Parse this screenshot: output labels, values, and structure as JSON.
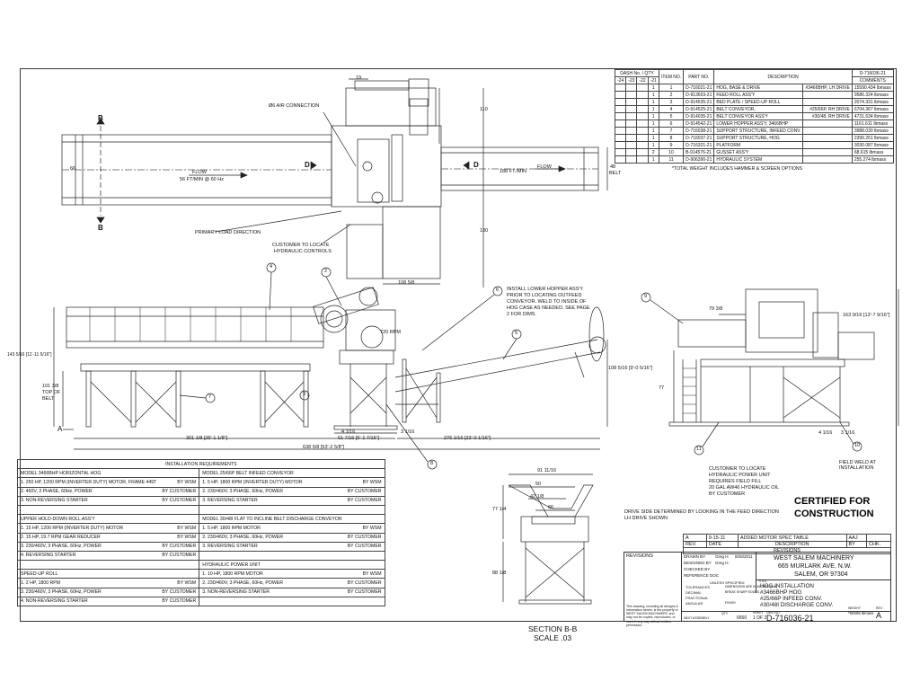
{
  "bom": {
    "head_dash": "DASH No. / QTY",
    "head_dash_cols": [
      "-24",
      "-23",
      "-22",
      "-21"
    ],
    "head_item": "ITEM NO.",
    "head_part": "PART NO.",
    "head_desc": "DESCRIPTION",
    "head_comment_top": "D-716036-21",
    "head_comment": "COMMENTS",
    "rows": [
      {
        "qty": "1",
        "item": "1",
        "part": "D-716021-21",
        "desc": "HOG, BASE & DRIVE",
        "note": "#3466BHP, LH DRIVE",
        "comment": "15590.434 lbmass"
      },
      {
        "qty": "1",
        "item": "2",
        "part": "D-913603-21",
        "desc": "FEED ROLL ASS'Y",
        "note": "",
        "comment": "9586.324 lbmass"
      },
      {
        "qty": "1",
        "item": "3",
        "part": "D-914535-21",
        "desc": "BED PLATE / SPEED-UP ROLL",
        "note": "",
        "comment": "2074.331 lbmass"
      },
      {
        "qty": "1",
        "item": "4",
        "part": "D-914525-21",
        "desc": "BELT CONVEYOR,",
        "note": "#25/66P, RH DRIVE",
        "comment": "6704.367 lbmass"
      },
      {
        "qty": "1",
        "item": "5",
        "part": "D-914035-21",
        "desc": "BELT CONVEYOR ASS'Y",
        "note": "#30/48, RH DRIVE",
        "comment": "4731.634 lbmass"
      },
      {
        "qty": "1",
        "item": "6",
        "part": "D-914542-21",
        "desc": "LOWER HOPPER ASS'Y, 3466BHP",
        "note": "",
        "comment": "1161.611 lbmass"
      },
      {
        "qty": "1",
        "item": "7",
        "part": "D-716038-21",
        "desc": "SUPPORT STRUCTURE, INFEED CONV.",
        "note": "",
        "comment": "3988.030 lbmass"
      },
      {
        "qty": "1",
        "item": "8",
        "part": "D-716037-21",
        "desc": "SUPPORT STRUCTURE, HOG",
        "note": "",
        "comment": "2399.261 lbmass"
      },
      {
        "qty": "1",
        "item": "9",
        "part": "D-716321-21",
        "desc": "PLATFORM",
        "note": "",
        "comment": "3030.087 lbmass"
      },
      {
        "qty": "2",
        "item": "10",
        "part": "B-914576-21",
        "desc": "GUSSET ASS'Y",
        "note": "",
        "comment": "68.615 lbmass"
      },
      {
        "qty": "1",
        "item": "11",
        "part": "D-906390-21",
        "desc": "HYDRAULIC SYSTEM",
        "note": "",
        "comment": "255.274 lbmass"
      }
    ],
    "weight_note": "*TOTAL WEIGHT INCLUDES HAMMER & SCREEN OPTIONS"
  },
  "plan": {
    "dim_19": "19",
    "air": "Ø6 AIR CONNECTION",
    "dim_110": "110",
    "dim_130": "130",
    "dim_66": "66",
    "dim_48": "48",
    "belt": "BELT",
    "flow_left": "FLOW",
    "flow_left_speed": "56 FT/MIN @ 60 Hz",
    "flow_right_speed": "188 FT./MIN",
    "flow_right": "FLOW",
    "primary": "PRIMARY LOAD DIRECTION",
    "customer_hyd": "CUSTOMER TO LOCATE",
    "customer_hyd2": "HYDRAULIC CONTROLS",
    "dim_108": "108 5/8",
    "sec_b": "B",
    "sec_d": "D"
  },
  "elev": {
    "install_note": [
      "INSTALL LOWER HOPPER ASS'Y",
      "PRIOR TO LOCATING OUTFEED",
      "CONVEYOR.  WELD TO INSIDE OF",
      "HOG CASE AS NEEDED.  SEE PAGE",
      "2 FOR DIMS."
    ],
    "rpm": "720 RPM",
    "dim_143": "143 5/16 [11'-11 5/16\"]",
    "dim_101": "101 3/8",
    "top_of": "TOP OF",
    "belt": "BELT",
    "dim_108": "108 5/16 [9'-0 5/16\"]",
    "dim_4": "4 1/16",
    "dim_3": "3 1/16",
    "dim_61": "61 7/16 [5'-1 7/16\"]",
    "dim_276": "276 1/16 [23'-0 1/16\"]",
    "dim_301": "301 1/8 [25'-1 1/8\"]",
    "dim_638": "638 5/8 [53'-2 5/8\"]",
    "A": "A",
    "balloons": [
      "4",
      "2",
      "6",
      "5",
      "7",
      "3",
      "8"
    ]
  },
  "side": {
    "dim_79": "79 3/8",
    "dim_163": "163 9/16 [13'-7 9/16\"]",
    "dim_77": "77",
    "dim_4": "4 1/16",
    "dim_3": "3 1/16",
    "balloons": [
      "9",
      "11",
      "10"
    ],
    "field_weld": [
      "FIELD WELD AT",
      "INSTALLATION"
    ],
    "customer_note": [
      "CUSTOMER TO LOCATE",
      "HYDRAULIC POWER UNIT",
      "REQUIRES FIELD FILL",
      "20 GAL AW46 HYDRAULIC OIL",
      "BY CUSTOMER"
    ],
    "drive_note": [
      "DRIVE SIDE DETERMINED BY LOOKING IN THE FEED DIRECTION",
      "LH DRIVE SHOWN"
    ]
  },
  "section": {
    "dim_91": "91 11/16",
    "dim_50": "50",
    "dim_42": "42 1/8",
    "dim_66": "66",
    "dim_77": "77 1/4",
    "dim_88": "88 1/8",
    "title": "SECTION  B-B",
    "scale": "SCALE .03"
  },
  "certified": [
    "CERTIFIED FOR",
    "CONSTRUCTION"
  ],
  "install": {
    "title": "INSTALLATION REQUIREMENTS",
    "left": [
      {
        "t": "MODEL 3466BHP HORIZONTAL HOG",
        "b": "",
        "h": true
      },
      {
        "t": "1. 250 HP, 1200 RPM (INVERTER DUTY) MOTOR, FRAME 449T",
        "b": "BY WSM"
      },
      {
        "t": "2. 460V, 3 PHASE, 60Hz, POWER",
        "b": "BY CUSTOMER"
      },
      {
        "t": "3. NON-REVERSING STARTER",
        "b": "BY CUSTOMER"
      },
      {
        "t": "",
        "b": ""
      },
      {
        "t": "UPPER HOLD-DOWN ROLL ASS'Y",
        "b": "",
        "h": true
      },
      {
        "t": "1. 15 HP, 1200 RPM (INVERTER DUTY) MOTOR",
        "b": "BY WSM"
      },
      {
        "t": "2. 15 HP, 19.7 RPM GEAR REDUCER",
        "b": "BY WSM"
      },
      {
        "t": "3. 230/460V, 3 PHASE, 60Hz, POWER",
        "b": "BY CUSTOMER"
      },
      {
        "t": "4. REVERSING STARTER",
        "b": "BY CUSTOMER"
      },
      {
        "t": "",
        "b": ""
      },
      {
        "t": "SPEED-UP ROLL",
        "b": "",
        "h": true
      },
      {
        "t": "1. 2 HP, 1800 RPM",
        "b": "BY WSM"
      },
      {
        "t": "3. 230/460V, 3 PHASE, 60Hz, POWER",
        "b": "BY CUSTOMER"
      },
      {
        "t": "4. NON-REVERSING STARTER",
        "b": "BY CUSTOMER"
      }
    ],
    "right": [
      {
        "t": "MODEL 25/66P BELT INFEED CONVEYOR",
        "b": "",
        "h": true
      },
      {
        "t": "1. 5 HP, 1800 RPM (INVERTER DUTY) MOTOR",
        "b": "BY WSM"
      },
      {
        "t": "2. 230/460V, 3 PHASE, 60Hz, POWER",
        "b": "BY CUSTOMER"
      },
      {
        "t": "3. REVERSING STARTER",
        "b": "BY CUSTOMER"
      },
      {
        "t": "",
        "b": ""
      },
      {
        "t": "MODEL 30/48I FLAT TO INCLINE BELT DISCHARGE CONVEYOR",
        "b": "",
        "h": true
      },
      {
        "t": "1. 5 HP, 1800 RPM MOTOR",
        "b": "BY WSM"
      },
      {
        "t": "2. 230/460V, 3 PHASE, 60Hz, POWER",
        "b": "BY CUSTOMER"
      },
      {
        "t": "3. REVERSING STARTER",
        "b": "BY CUSTOMER"
      },
      {
        "t": "",
        "b": ""
      },
      {
        "t": "HYDRAULIC POWER UNIT",
        "b": "",
        "h": true
      },
      {
        "t": "1. 10 HP, 1800 RPM MOTOR",
        "b": "BY WSM"
      },
      {
        "t": "2. 230/460V, 3 PHASE, 60Hz, POWER",
        "b": "BY CUSTOMER"
      },
      {
        "t": "3. NON-REVERSING STARTER",
        "b": "BY CUSTOMER"
      },
      {
        "t": "",
        "b": ""
      }
    ]
  },
  "revisions": {
    "rev_row": [
      "A",
      "9-15-11",
      "ADDED MOTOR SPEC TABLE",
      "AAJ"
    ],
    "rev_cols": [
      "REV.",
      "DATE",
      "DESCRIPTION",
      "BY",
      "CHK."
    ],
    "label": "REVISIONS",
    "small_label": "REVISIONS"
  },
  "titleblock": {
    "drawn_by_label": "DRAWN BY",
    "drawn_by": "Greg H.",
    "date": "8/26/2011",
    "designed_label": "DESIGNED BY",
    "designed": "Greg H.",
    "checked_label": "CHECKED BY",
    "ref_label": "REFERENCE DOC",
    "company": [
      "WEST SALEM MACHINERY",
      "665 MURLARK AVE. N.W.",
      "SALEM, OR 97304"
    ],
    "title_label": "TITLE",
    "title": [
      "HOG INSTALLATION",
      "#3466BHP HOG",
      "#25/66P INFEED CONV.",
      "#30/48I DISCHARGE CONV."
    ],
    "unless": "UNLESS SPECIFIED:",
    "tolerances": "TOLERANCES",
    "decimal": "DECIMAL",
    "fractional": "FRACTIONAL",
    "angular": "ANGULAR",
    "finish": "FINISH",
    "dims_inches": "DIMENSIONS ARE IN INCHES (mm)",
    "break": "BREAK SHARP EDGES",
    "next_assy_label": "NEXT ASSEMBLY",
    "qty_label": "QTY",
    "qty": "6650",
    "sheet_label": "SHEET",
    "sheet": "1  OF  2",
    "dwg_label": "DWG NO.",
    "dwg": "D-716036-21",
    "weight_label": "WEIGHT",
    "weight": "*50609 lbmass",
    "rev_label": "REV",
    "rev": "A",
    "notice": "This drawing, including all designs & information herein, is the property of WEST SALEM MACHINERY, and may not be copied, reproduced, or used in any way without written permission."
  }
}
